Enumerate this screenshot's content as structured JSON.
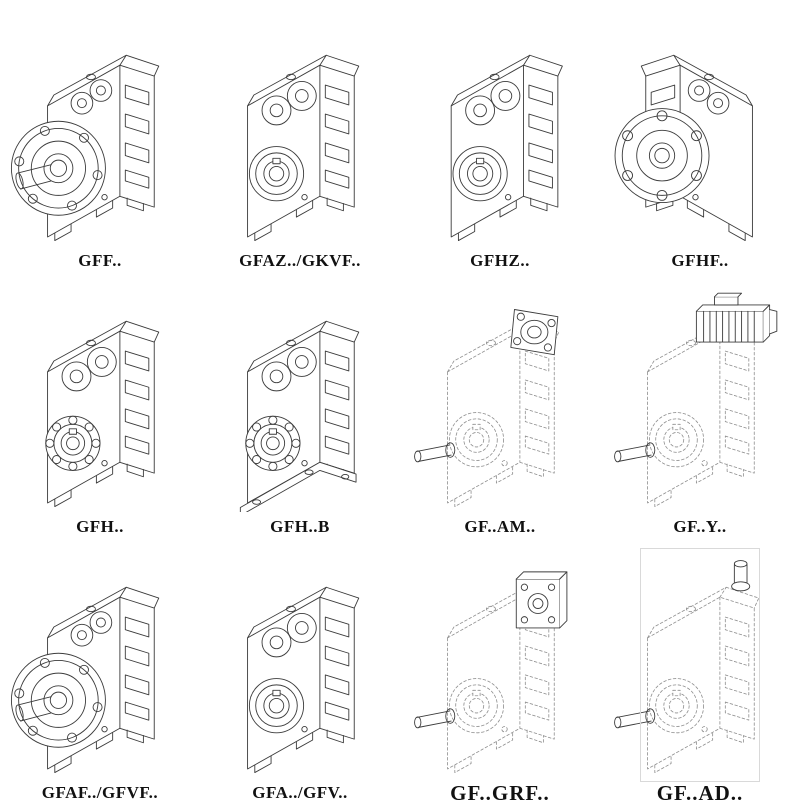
{
  "page": {
    "background": "#ffffff",
    "cell_border_color": "#d9d9d9",
    "line_color": "#3c3c3c",
    "phantom_line_color": "#8f8f8f"
  },
  "catalog": {
    "items": [
      {
        "label": "GFF..",
        "drawing": "gearbox-output-flange-icon"
      },
      {
        "label": "GFAZ../GKVF..",
        "drawing": "gearbox-hollow-shaft-icon"
      },
      {
        "label": "GFHZ..",
        "drawing": "gearbox-hollow-shaft-icon"
      },
      {
        "label": "GFHF..",
        "drawing": "gearbox-flange-rear-view-icon"
      },
      {
        "label": "GFH..",
        "drawing": "gearbox-bearing-icon"
      },
      {
        "label": "GFH..B",
        "drawing": "gearbox-bearing-base-icon"
      },
      {
        "label": "GF..AM..",
        "drawing": "phantom-gearbox-input-flange-icon"
      },
      {
        "label": "GF..Y..",
        "drawing": "phantom-gearbox-motor-icon"
      },
      {
        "label": "GFAF../GFVF..",
        "drawing": "gearbox-output-flange-icon"
      },
      {
        "label": "GFA../GFV..",
        "drawing": "gearbox-hollow-shaft-icon"
      },
      {
        "label": "GF..GRF..",
        "drawing": "phantom-gearbox-adapter-icon"
      },
      {
        "label": "GF..AD..",
        "drawing": "phantom-gearbox-input-shaft-icon"
      }
    ]
  }
}
